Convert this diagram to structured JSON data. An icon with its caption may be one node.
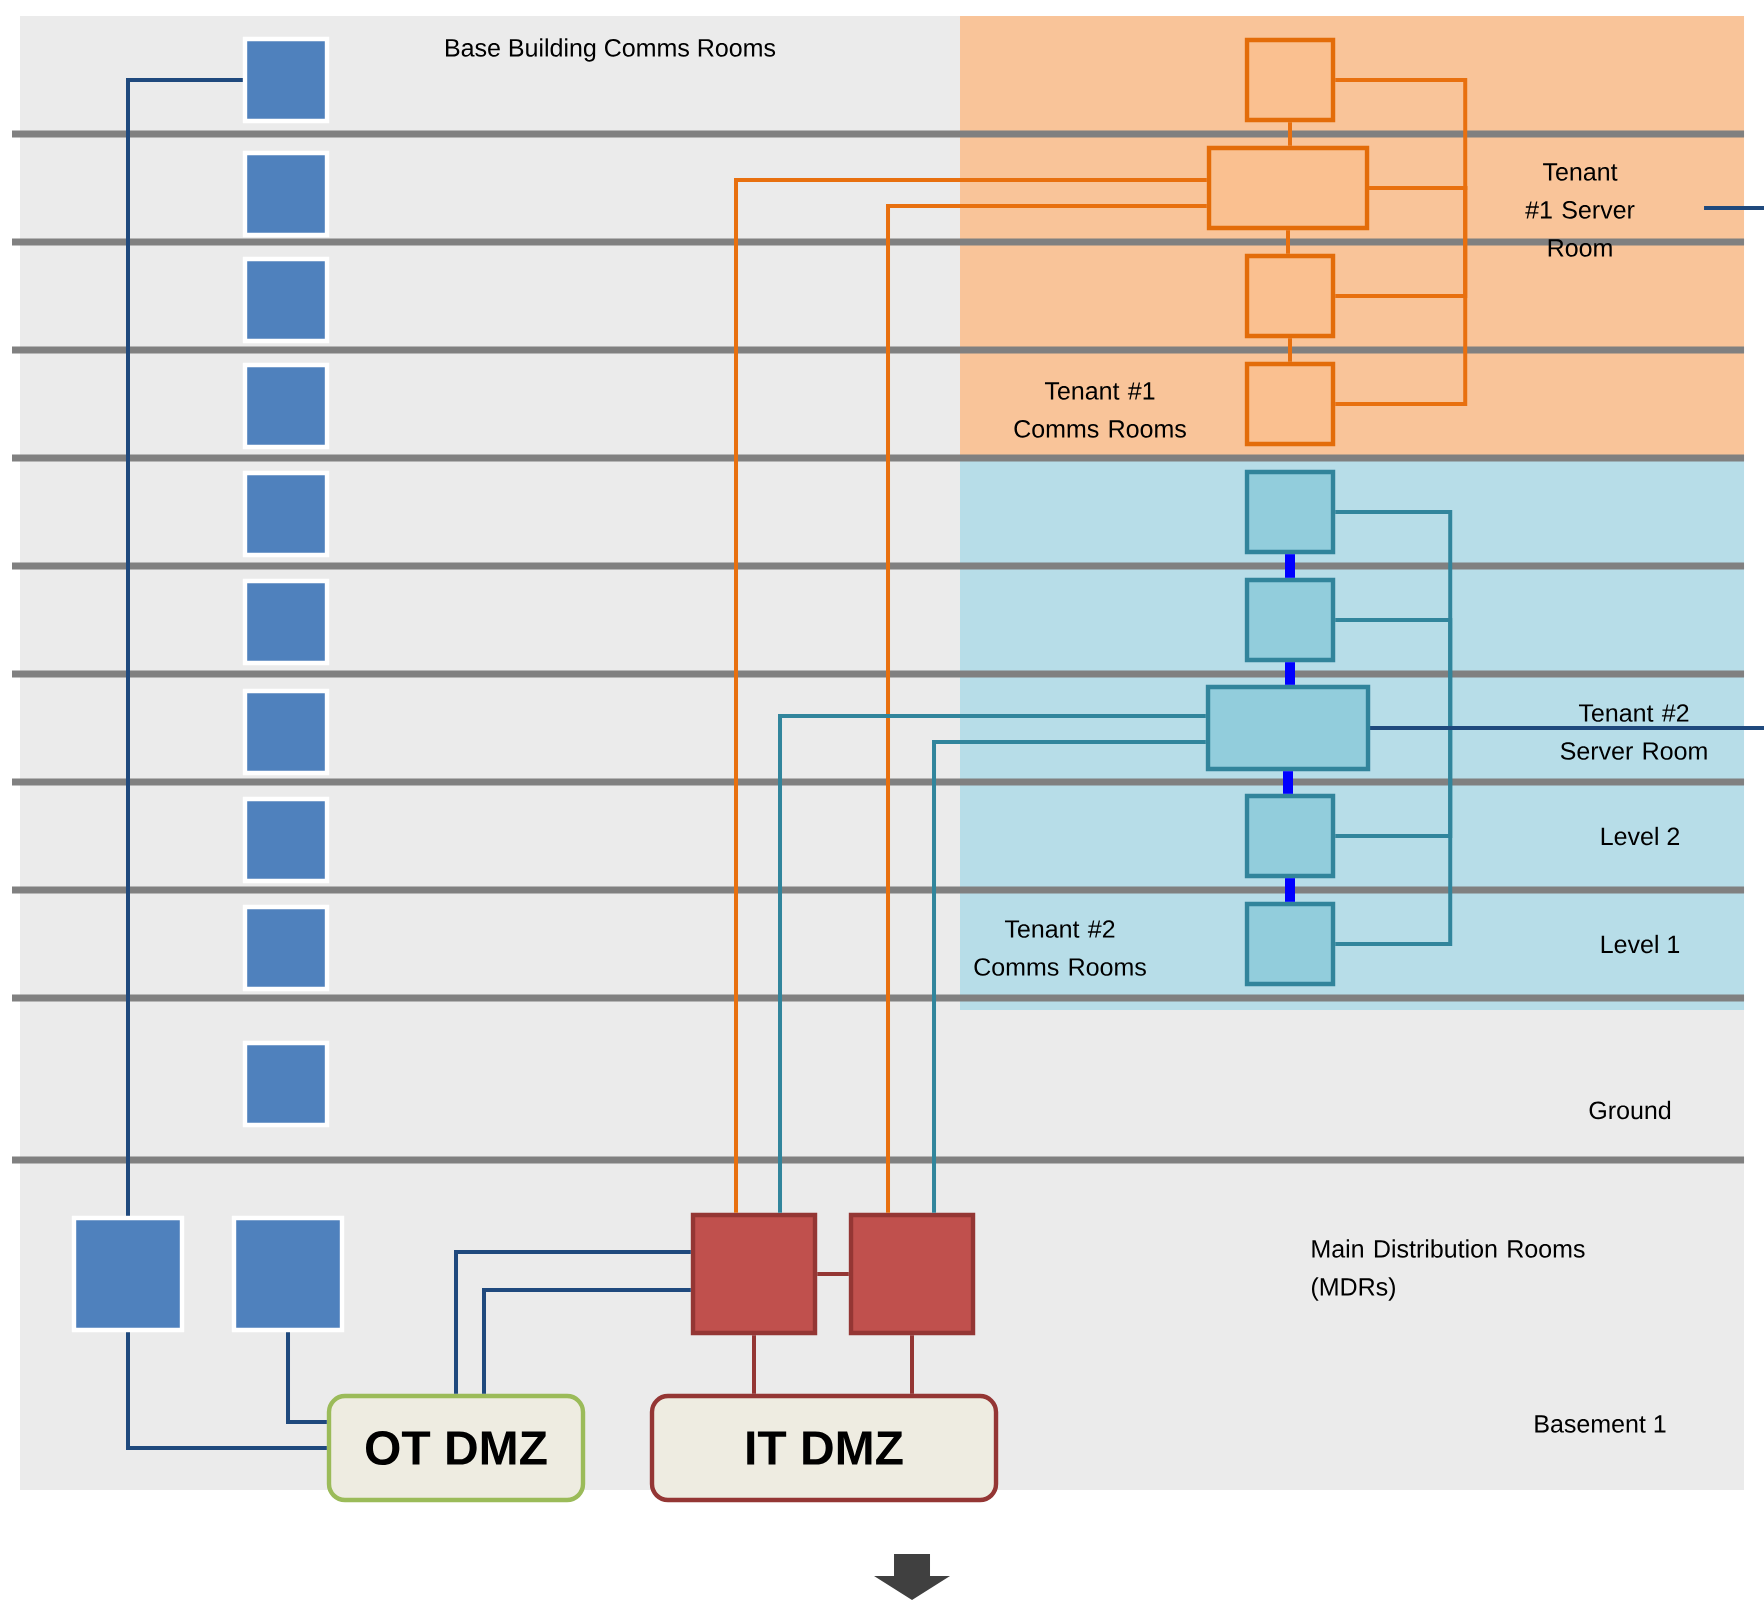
{
  "diagram": {
    "nodes": [
      {
        "text": [],
        "shape": "box"
      },
      {
        "text": [],
        "shape": "box"
      },
      {
        "text": [],
        "shape": "box"
      },
      {
        "text": [],
        "shape": "box"
      },
      {
        "text": [],
        "shape": "box"
      },
      {
        "text": [],
        "shape": "box"
      },
      {
        "text": [],
        "shape": "box"
      },
      {
        "text": [],
        "shape": "box"
      },
      {
        "text": [],
        "shape": "box"
      },
      {
        "text": [],
        "shape": "box"
      },
      {
        "text": [],
        "shape": "box"
      },
      {
        "text": [],
        "shape": "box"
      },
      {
        "text": [],
        "shape": "box"
      },
      {
        "text": [],
        "shape": "box"
      },
      {
        "text": [],
        "shape": "box"
      },
      {
        "text": [],
        "shape": "box"
      },
      {
        "text": [],
        "shape": "box"
      },
      {
        "text": [],
        "shape": "box"
      },
      {
        "text": [],
        "shape": "box"
      },
      {
        "text": [],
        "shape": "box"
      },
      {
        "text": [],
        "shape": "box"
      },
      {
        "text": [],
        "shape": "box"
      },
      {
        "text": [],
        "shape": "box"
      },
      {
        "text": [
          "OT DMZ"
        ]
      },
      {
        "text": [
          "IT DMZ"
        ]
      }
    ],
    "edges": [
      {
        "from": 0,
        "to": 10,
        "arrow": "none",
        "color": "#1f497d"
      },
      {
        "from": 10,
        "to": 23,
        "arrow": "none",
        "color": "#1f497d"
      },
      {
        "from": 11,
        "to": 23,
        "arrow": "none",
        "color": "#1f497d"
      },
      {
        "from": 23,
        "to": 21,
        "arrow": "none",
        "color": "#1f497d"
      },
      {
        "from": 23,
        "to": 21,
        "arrow": "none",
        "color": "#1f497d"
      },
      {
        "from": 21,
        "to": 22,
        "arrow": "none",
        "color": "#943634"
      },
      {
        "from": 21,
        "to": 24,
        "arrow": "none",
        "color": "#943634"
      },
      {
        "from": 22,
        "to": 24,
        "arrow": "none",
        "color": "#943634"
      },
      {
        "from": 21,
        "to": 13,
        "arrow": "none"
      },
      {
        "from": 22,
        "to": 13,
        "arrow": "none"
      },
      {
        "from": 21,
        "to": 18,
        "arrow": "none",
        "color": "#31859c"
      },
      {
        "from": 22,
        "to": 18,
        "arrow": "none",
        "color": "#31859c"
      },
      {
        "from": 12,
        "to": 13,
        "arrow": "none"
      },
      {
        "from": 13,
        "to": 14,
        "arrow": "none"
      },
      {
        "from": 14,
        "to": 15,
        "arrow": "none"
      },
      {
        "from": 13,
        "to": 12,
        "arrow": "none"
      },
      {
        "from": 13,
        "to": 14,
        "arrow": "none"
      },
      {
        "from": 13,
        "to": 15,
        "arrow": "none"
      },
      {
        "from": 16,
        "to": 17,
        "arrow": "none",
        "style": "thick",
        "color": "#0000ff"
      },
      {
        "from": 17,
        "to": 18,
        "arrow": "none",
        "style": "thick",
        "color": "#0000ff"
      },
      {
        "from": 18,
        "to": 19,
        "arrow": "none",
        "style": "thick",
        "color": "#0000ff"
      },
      {
        "from": 19,
        "to": 20,
        "arrow": "none",
        "style": "thick",
        "color": "#0000ff"
      },
      {
        "from": 18,
        "to": 16,
        "arrow": "none",
        "color": "#31859c"
      },
      {
        "from": 18,
        "to": 17,
        "arrow": "none",
        "color": "#31859c"
      },
      {
        "from": 18,
        "to": 19,
        "arrow": "none",
        "color": "#31859c"
      },
      {
        "from": 18,
        "to": 20,
        "arrow": "none",
        "color": "#31859c"
      },
      {
        "from": 18,
        "to": null,
        "arrow": "none",
        "color": "#1f497d"
      }
    ],
    "labels": [
      "Base Building Comms Rooms",
      "Tenant #1 Server Room",
      "Tenant #1 Comms Rooms",
      "Tenant #2 Server Room",
      "Level 2",
      "Tenant #2 Comms Rooms",
      "Level 1",
      "Ground",
      "Main Distribution Rooms (MDRs)",
      "Basement 1"
    ]
  }
}
